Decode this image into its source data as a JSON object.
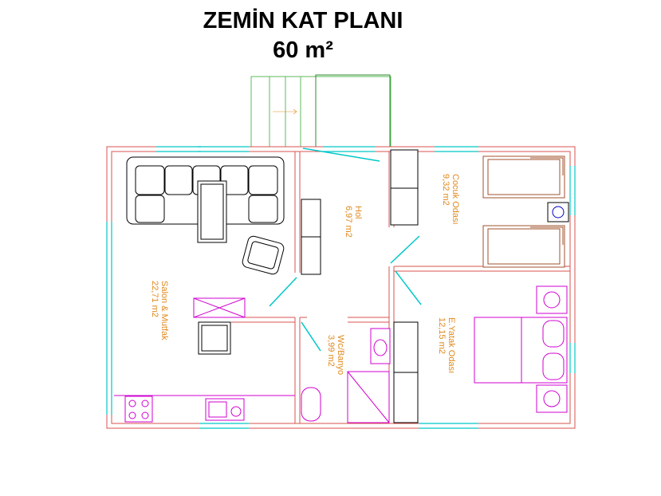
{
  "title": "ZEMİN KAT PLANI",
  "area": "60 m²",
  "rooms": {
    "salon_name": "Salon & Mutfak",
    "salon_area": "22,71 m2",
    "hol_name": "Hol",
    "hol_area": "6,97 m2",
    "cocuk_name": "Cocuk Odası",
    "cocuk_area": "9,32 m2",
    "wc_name": "Wc/Banyo",
    "wc_area": "3,99 m2",
    "yatak_name": "E.Yatak Odası",
    "yatak_area": "12,15 m2"
  },
  "colors": {
    "wall": "#d9534f",
    "window": "#00c8c8",
    "furniture": "#000000",
    "bed": "#a0522d",
    "fixture": "#d000d0",
    "stairs": "#5cb85c",
    "label": "#e08a1e"
  }
}
